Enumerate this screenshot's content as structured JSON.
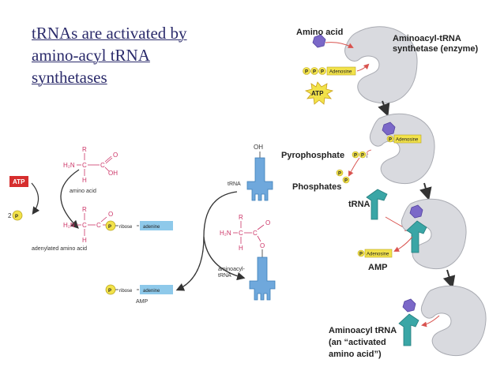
{
  "title": {
    "line1": "tRNAs are activated by",
    "line2": "amino-acyl tRNA",
    "line3": "synthetases"
  },
  "left_diagram": {
    "atp": "ATP",
    "two_p_num": "2",
    "p": "P",
    "amino_acid_caption": "amino acid",
    "adenylated_caption": "adenylated amino acid",
    "ribose": "ribose",
    "adenine": "adenine",
    "amp_caption": "AMP",
    "trna_caption": "tRNA",
    "aminoacyl_caption_1": "aminoacyl-",
    "aminoacyl_caption_2": "tRNA",
    "oh": "OH",
    "r": "R",
    "h": "H",
    "h2n": "H₂N",
    "c": "C",
    "o": "O",
    "oh_acid": "OH"
  },
  "right_diagram": {
    "amino_acid": "Amino acid",
    "enzyme_line1": "Aminoacyl-tRNA",
    "enzyme_line2": "synthetase (enzyme)",
    "atp": "ATP",
    "adenosine": "Adenosine",
    "p": "P",
    "pyrophosphate": "Pyrophosphate",
    "phosphates": "Phosphates",
    "trna": "tRNA",
    "amp": "AMP",
    "result_line1": "Aminoacyl tRNA",
    "result_line2": "(an “activated",
    "result_line3": "amino acid”)",
    "i": "i"
  },
  "colors": {
    "title": "#2b2b6b",
    "enzyme": "#d9dadf",
    "amino_acid": "#7b68c8",
    "trna_teal": "#3aa6a6",
    "trna_blue": "#6fa8dc",
    "arrow_red": "#d9534f",
    "phosphate": "#f2e24a",
    "chem_pink": "#cc3366",
    "atp_red": "#d62e2e",
    "ribose_blue": "#8ec9ea"
  }
}
